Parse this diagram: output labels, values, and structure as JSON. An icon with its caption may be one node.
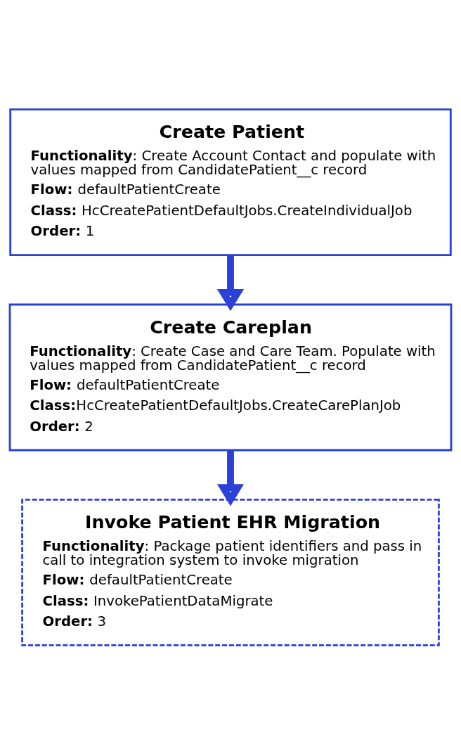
{
  "diagram": {
    "nodes": [
      {
        "text": [
          "Create Patient",
          "**Functionality**: Create Account Contact and populate with values mapped from CandidatePatient__c record",
          "**Flow:** defaultPatientCreate",
          "**Class:** HcCreatePatientDefaultJobs.CreateIndividualJob",
          "**Order:** 1"
        ]
      },
      {
        "text": [
          "Create Careplan",
          "**Functionality**: Create Case and Care Team. Populate with values mapped from CandidatePatient__c record",
          "**Flow:** defaultPatientCreate",
          "**Class:**HcCreatePatientDefaultJobs.CreateCarePlanJob",
          "**Order:** 2"
        ]
      },
      {
        "text": [
          "Invoke Patient EHR Migration",
          "**Functionality**: Package patient identifiers and pass in call to integration system to invoke migration",
          "**Flow:** defaultPatientCreate",
          "**Class:** InvokePatientDataMigrate",
          "**Order:** 3"
        ]
      }
    ],
    "edges": [
      {
        "from": 0,
        "to": 1,
        "arrow": "to"
      },
      {
        "from": 1,
        "to": 2,
        "arrow": "to"
      }
    ]
  }
}
